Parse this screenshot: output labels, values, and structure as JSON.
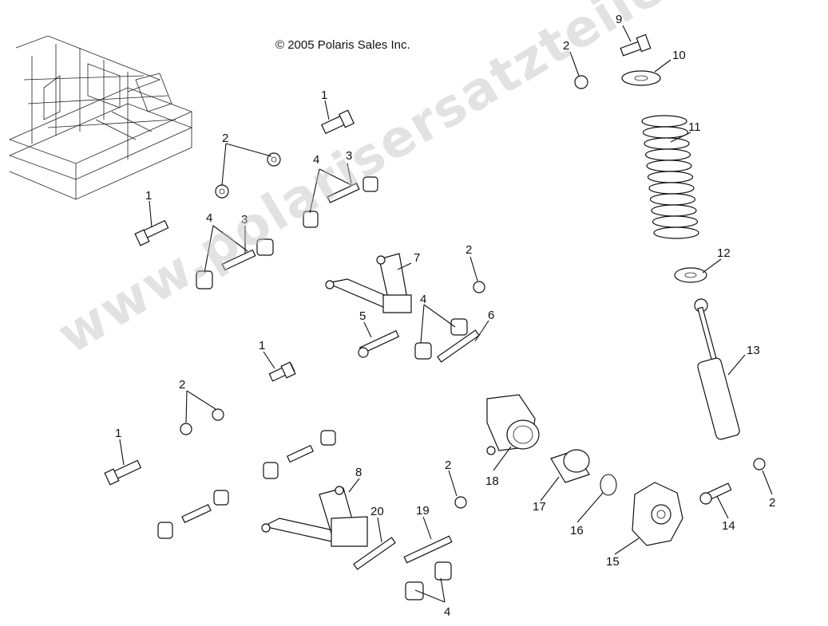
{
  "copyright": "© 2005 Polaris Sales Inc.",
  "watermark": "www.polarisersatzteile.de",
  "callouts": [
    "1",
    "2",
    "3",
    "4",
    "5",
    "6",
    "7",
    "8",
    "9",
    "10",
    "11",
    "12",
    "13",
    "14",
    "15",
    "16",
    "17",
    "18",
    "19",
    "20"
  ]
}
